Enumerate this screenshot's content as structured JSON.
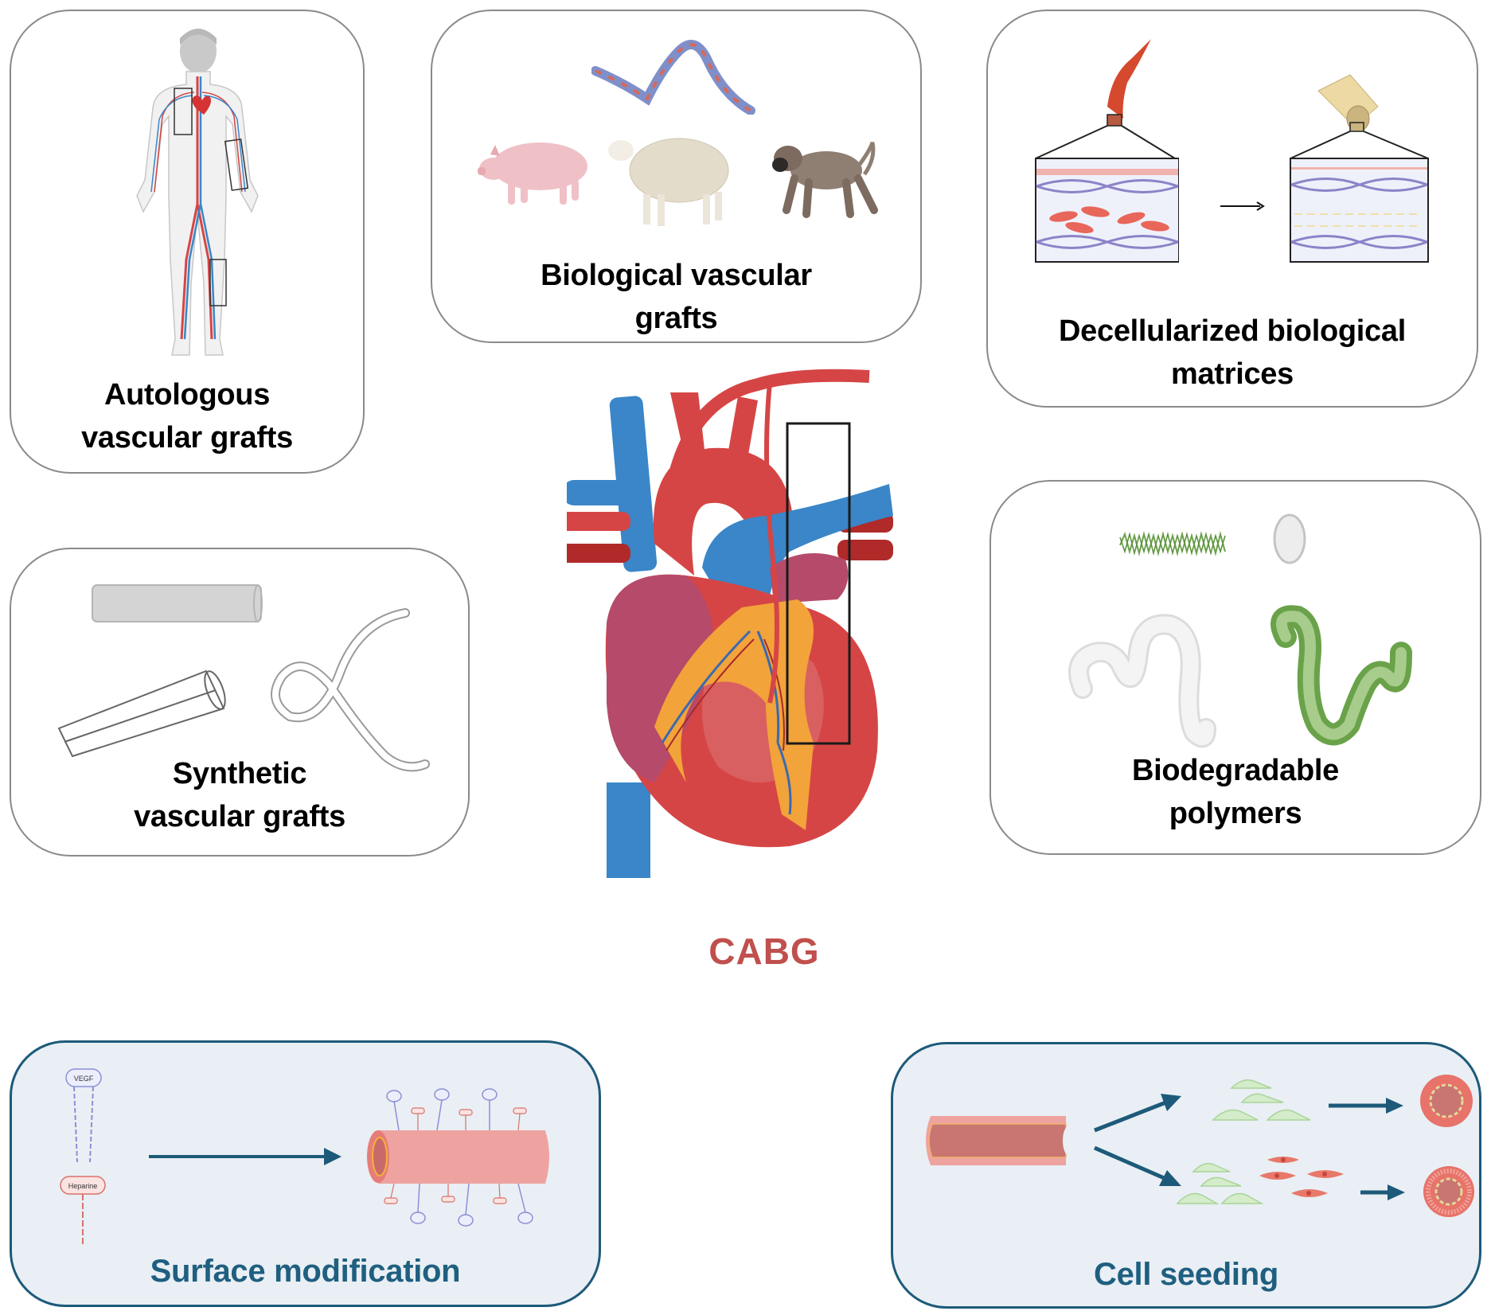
{
  "figure": {
    "center_label": "CABG",
    "colors": {
      "panel_border": "#8a8a8a",
      "bottom_panel_border": "#1d5a7a",
      "bottom_panel_background": "#e9eff4",
      "bottom_label": "#1f5f80",
      "center_label": "#c0504d",
      "artery_red": "#d64545",
      "vein_blue": "#3a86c8",
      "fat_orange": "#f2a33a",
      "endothelial_green": "#cfe8c4",
      "smooth_muscle_red": "#e8786a",
      "arrow": "#1d5a7a"
    }
  },
  "panels": {
    "autologous": {
      "title_line1": "Autologous",
      "title_line2": "vascular grafts",
      "icons": [
        "human-body-vasculature-icon",
        "graft-harvest-site-box"
      ]
    },
    "biological": {
      "title_line1": "Biological vascular",
      "title_line2": "grafts",
      "icons": [
        "twisted-vessel-icon",
        "pig-icon",
        "sheep-icon",
        "baboon-icon"
      ]
    },
    "decellularized": {
      "title_line1": "Decellularized biological",
      "title_line2": "matrices",
      "icons": [
        "native-artery-icon",
        "decellularized-tube-icon"
      ]
    },
    "synthetic": {
      "title_line1": "Synthetic",
      "title_line2": "vascular grafts",
      "icons": [
        "grey-tube-icon",
        "clear-tube-icon",
        "looped-tube-icon"
      ]
    },
    "biodegradable": {
      "title_line1": "Biodegradable",
      "title_line2": "polymers",
      "icons": [
        "fiber-mesh-icon",
        "pellet-icon",
        "hydrogel-tube-icon",
        "fibrous-tube-icon"
      ]
    },
    "surface_modification": {
      "title": "Surface modification",
      "molecules": [
        {
          "name": "VEGF",
          "color": "#8c8fd6"
        },
        {
          "name": "Heparine",
          "color": "#d9706a"
        }
      ]
    },
    "cell_seeding": {
      "title": "Cell seeding",
      "icons": [
        "vessel-tube-icon",
        "endothelial-cells-icon",
        "smooth-muscle-cells-icon",
        "seeded-vessel-cross-section-icon"
      ]
    }
  }
}
